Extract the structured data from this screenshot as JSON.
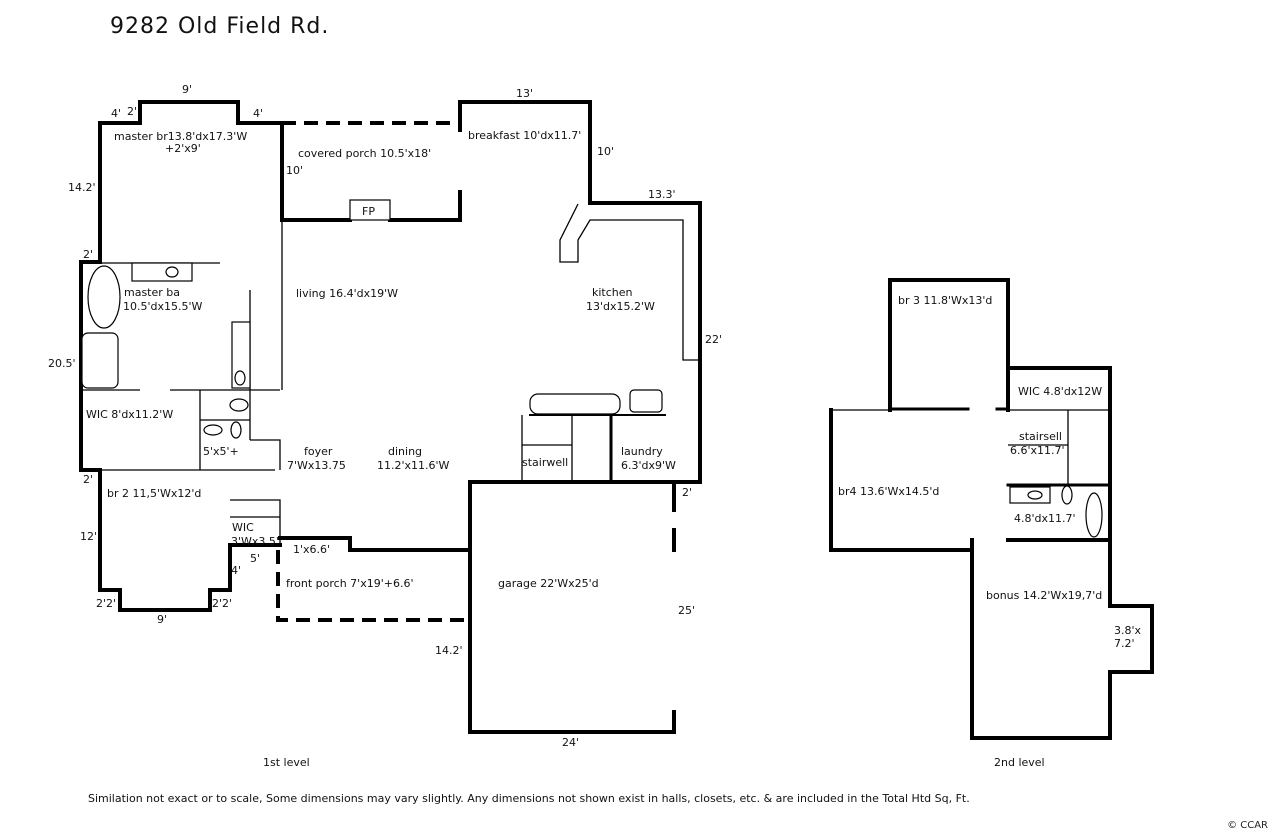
{
  "title": "9282 Old Field Rd.",
  "levels": {
    "first": "1st level",
    "second": "2nd level"
  },
  "disclaimer": "Similation not exact or to scale, Some dimensions may vary slightly. Any dimensions not shown exist in halls, closets, etc. & are included in the Total Htd Sq, Ft.",
  "copyright": "© CCAR",
  "rooms": {
    "master_br": {
      "name": "master br13.8'dx17.3'W",
      "extra": "+2'x9'"
    },
    "covered_porch": "covered porch 10.5'x18'",
    "breakfast": "breakfast 10'dx11.7'",
    "fireplace": "FP",
    "master_ba": {
      "name": "master ba",
      "size": "10.5'dx15.5'W"
    },
    "living": "living 16.4'dx19'W",
    "kitchen": {
      "name": "kitchen",
      "size": "13'dx15.2'W"
    },
    "wic_master": "WIC 8'dx11.2'W",
    "bath_small": "5'x5'+",
    "foyer": {
      "name": "foyer",
      "size": "7'Wx13.75"
    },
    "dining": {
      "name": "dining",
      "size": "11.2'x11.6'W"
    },
    "stairwell": "stairwell",
    "laundry": {
      "name": "laundry",
      "size": "6.3'dx9'W"
    },
    "br2": "br 2  11,5'Wx12'd",
    "wic_br2": {
      "name": "WIC",
      "size": "3'Wx3.5'"
    },
    "front_porch": "front porch  7'x19'+6.6'",
    "porch_nook": "1'x6.6'",
    "garage": "garage  22'Wx25'd",
    "br3": "br 3  11.8'Wx13'd",
    "wic_upper": "WIC  4.8'dx12W",
    "stairwell_upper": {
      "name": "stairsell",
      "size": "6.6'x11.7'"
    },
    "bath_upper": "4.8'dx11.7'",
    "br4": "br4  13.6'Wx14.5'd",
    "bonus": "bonus 14.2'Wx19,7'd",
    "bonus_nook": {
      "line1": "3.8'x",
      "line2": "7.2'"
    }
  },
  "dimensions": {
    "top_9": "9'",
    "top_4_left": "4'",
    "top_2_left": "2'",
    "top_4_right": "4'",
    "breakfast_13": "13'",
    "breakfast_10": "10'",
    "porch_10": "10'",
    "kitchen_13_3": "13.3'",
    "left_14_2": "14.2'",
    "left_2_top": "2'",
    "left_20_5": "20.5'",
    "left_2_bottom": "2'",
    "left_12": "12'",
    "kitchen_22": "22'",
    "garage_2": "2'",
    "br2_4": "4'",
    "br2_5": "5'",
    "br2_2_2_left": "2'2'",
    "br2_2_2_right": "2'2'",
    "br2_bottom_9": "9'",
    "garage_25": "25'",
    "garage_14_2": "14.2'",
    "garage_24": "24'"
  }
}
